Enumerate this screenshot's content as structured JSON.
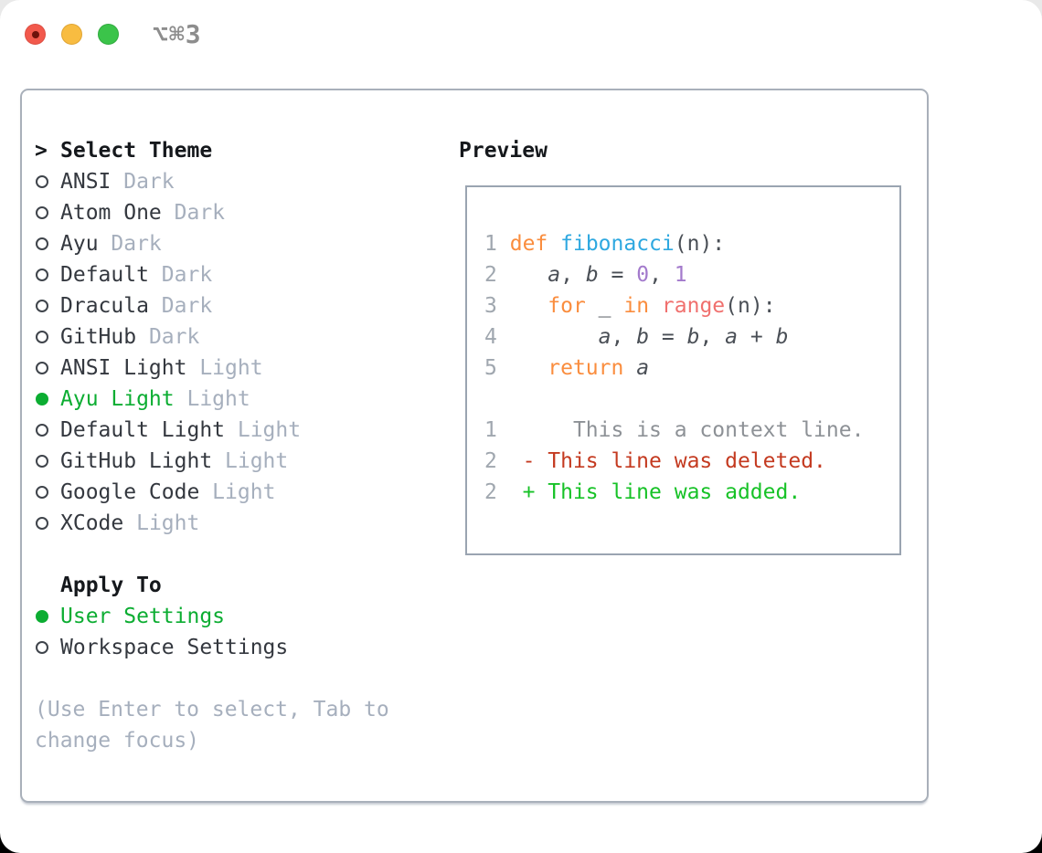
{
  "titlebar": {
    "title": "⌥⌘3",
    "buttons": [
      {
        "name": "close",
        "color": "#f2594c",
        "border": "#dd4f43",
        "has_dot": true
      },
      {
        "name": "minimize",
        "color": "#f8bc41",
        "border": "#e0a534",
        "has_dot": false
      },
      {
        "name": "zoom",
        "color": "#3bc44a",
        "border": "#31ab3f",
        "has_dot": false
      }
    ]
  },
  "theme_panel": {
    "header": {
      "prefix": ">",
      "label": "Select Theme"
    },
    "items": [
      {
        "name": "ANSI",
        "variant": "Dark",
        "selected": false
      },
      {
        "name": "Atom One",
        "variant": "Dark",
        "selected": false
      },
      {
        "name": "Ayu",
        "variant": "Dark",
        "selected": false
      },
      {
        "name": "Default",
        "variant": "Dark",
        "selected": false
      },
      {
        "name": "Dracula",
        "variant": "Dark",
        "selected": false
      },
      {
        "name": "GitHub",
        "variant": "Dark",
        "selected": false
      },
      {
        "name": "ANSI Light",
        "variant": "Light",
        "selected": false
      },
      {
        "name": "Ayu Light",
        "variant": "Light",
        "selected": true
      },
      {
        "name": "Default Light",
        "variant": "Light",
        "selected": false
      },
      {
        "name": "GitHub Light",
        "variant": "Light",
        "selected": false
      },
      {
        "name": "Google Code",
        "variant": "Light",
        "selected": false
      },
      {
        "name": "XCode",
        "variant": "Light",
        "selected": false
      }
    ],
    "apply_to": {
      "label": "Apply To",
      "options": [
        {
          "name": "User Settings",
          "selected": true
        },
        {
          "name": "Workspace Settings",
          "selected": false
        }
      ]
    },
    "help_lines": [
      "(Use Enter to select, Tab to",
      "change focus)"
    ],
    "colors": {
      "selected_green": "#0cad32",
      "text": "#34383f",
      "muted": "#a6afbd"
    }
  },
  "preview": {
    "label": "Preview",
    "palette": {
      "lineno": "#a0a7af",
      "fg": "#4a4f56",
      "keyword": "#fa8d3e",
      "function": "#2ea8e0",
      "number": "#a37acc",
      "call": "#f0706e",
      "variable": "#4a4f56",
      "context": "#8d9196",
      "deleted": "#c43a20",
      "added": "#17c227"
    },
    "lines": [
      {
        "tokens": [
          {
            "t": "1",
            "c": "lineno"
          },
          {
            "t": " ",
            "c": "fg"
          },
          {
            "t": "def",
            "c": "keyword"
          },
          {
            "t": " ",
            "c": "fg"
          },
          {
            "t": "fibonacci",
            "c": "function"
          },
          {
            "t": "(n):",
            "c": "fg"
          }
        ]
      },
      {
        "tokens": [
          {
            "t": "2",
            "c": "lineno"
          },
          {
            "t": "    ",
            "c": "fg"
          },
          {
            "t": "a",
            "c": "variable",
            "i": true
          },
          {
            "t": ", ",
            "c": "fg"
          },
          {
            "t": "b",
            "c": "variable",
            "i": true
          },
          {
            "t": " = ",
            "c": "fg"
          },
          {
            "t": "0",
            "c": "number"
          },
          {
            "t": ", ",
            "c": "fg"
          },
          {
            "t": "1",
            "c": "number"
          }
        ]
      },
      {
        "tokens": [
          {
            "t": "3",
            "c": "lineno"
          },
          {
            "t": "    ",
            "c": "fg"
          },
          {
            "t": "for",
            "c": "keyword"
          },
          {
            "t": " _ ",
            "c": "fg"
          },
          {
            "t": "in",
            "c": "keyword"
          },
          {
            "t": " ",
            "c": "fg"
          },
          {
            "t": "range",
            "c": "call"
          },
          {
            "t": "(n):",
            "c": "fg"
          }
        ]
      },
      {
        "tokens": [
          {
            "t": "4",
            "c": "lineno"
          },
          {
            "t": "        ",
            "c": "fg"
          },
          {
            "t": "a",
            "c": "variable",
            "i": true
          },
          {
            "t": ", ",
            "c": "fg"
          },
          {
            "t": "b",
            "c": "variable",
            "i": true
          },
          {
            "t": " = ",
            "c": "fg"
          },
          {
            "t": "b",
            "c": "variable",
            "i": true
          },
          {
            "t": ", ",
            "c": "fg"
          },
          {
            "t": "a",
            "c": "variable",
            "i": true
          },
          {
            "t": " + ",
            "c": "fg"
          },
          {
            "t": "b",
            "c": "variable",
            "i": true
          }
        ]
      },
      {
        "tokens": [
          {
            "t": "5",
            "c": "lineno"
          },
          {
            "t": "    ",
            "c": "fg"
          },
          {
            "t": "return",
            "c": "keyword"
          },
          {
            "t": " ",
            "c": "fg"
          },
          {
            "t": "a",
            "c": "variable",
            "i": true
          }
        ]
      },
      {
        "tokens": []
      },
      {
        "tokens": [
          {
            "t": "1",
            "c": "lineno"
          },
          {
            "t": "      ",
            "c": "fg"
          },
          {
            "t": "This is a context line.",
            "c": "context"
          }
        ]
      },
      {
        "tokens": [
          {
            "t": "2",
            "c": "lineno"
          },
          {
            "t": "  ",
            "c": "fg"
          },
          {
            "t": "- This line was deleted.",
            "c": "deleted"
          }
        ]
      },
      {
        "tokens": [
          {
            "t": "2",
            "c": "lineno"
          },
          {
            "t": "  ",
            "c": "fg"
          },
          {
            "t": "+ This line was added.",
            "c": "added"
          }
        ]
      }
    ]
  }
}
